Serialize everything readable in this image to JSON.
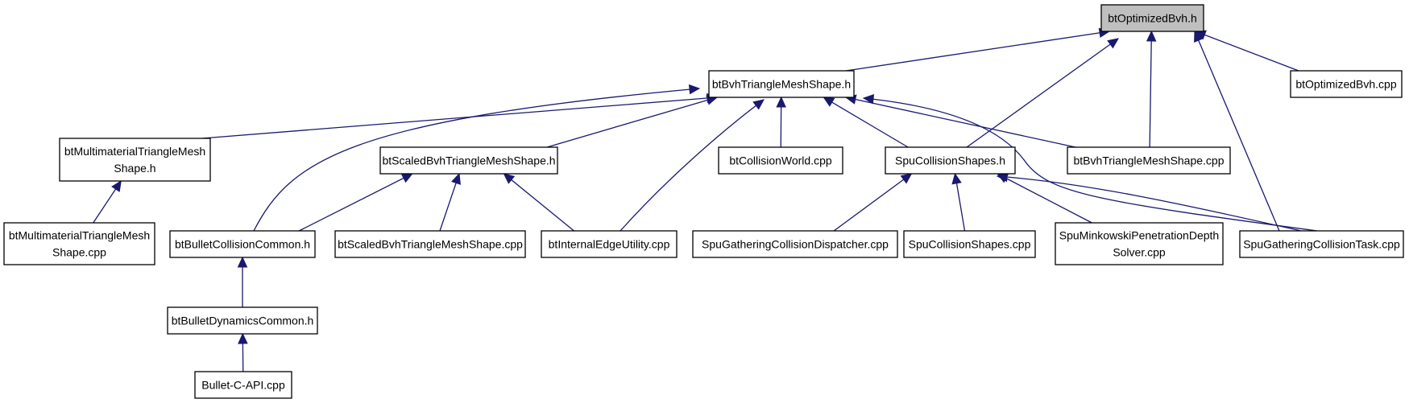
{
  "graph": {
    "colors": {
      "edge": "#191970",
      "root_fill": "#bfbfbf",
      "node_fill": "#ffffff",
      "border": "#000000"
    },
    "nodes": [
      {
        "id": "optbvh_h",
        "lines": [
          "btOptimizedBvh.h"
        ],
        "root": true
      },
      {
        "id": "bvhtms_h",
        "lines": [
          "btBvhTriangleMeshShape.h"
        ]
      },
      {
        "id": "optbvh_cpp",
        "lines": [
          "btOptimizedBvh.cpp"
        ]
      },
      {
        "id": "mmtms_h",
        "lines": [
          "btMultimaterialTriangleMesh",
          "Shape.h"
        ]
      },
      {
        "id": "sbvhtms_h",
        "lines": [
          "btScaledBvhTriangleMeshShape.h"
        ]
      },
      {
        "id": "cw_cpp",
        "lines": [
          "btCollisionWorld.cpp"
        ]
      },
      {
        "id": "spucs_h",
        "lines": [
          "SpuCollisionShapes.h"
        ]
      },
      {
        "id": "bvhtms_cpp",
        "lines": [
          "btBvhTriangleMeshShape.cpp"
        ]
      },
      {
        "id": "mmtms_cpp",
        "lines": [
          "btMultimaterialTriangleMesh",
          "Shape.cpp"
        ]
      },
      {
        "id": "bcc_h",
        "lines": [
          "btBulletCollisionCommon.h"
        ]
      },
      {
        "id": "sbvhtms_cpp",
        "lines": [
          "btScaledBvhTriangleMeshShape.cpp"
        ]
      },
      {
        "id": "ieu_cpp",
        "lines": [
          "btInternalEdgeUtility.cpp"
        ]
      },
      {
        "id": "spugcd_cpp",
        "lines": [
          "SpuGatheringCollisionDispatcher.cpp"
        ]
      },
      {
        "id": "spucs_cpp",
        "lines": [
          "SpuCollisionShapes.cpp"
        ]
      },
      {
        "id": "spumpd_cpp",
        "lines": [
          "SpuMinkowskiPenetrationDepth",
          "Solver.cpp"
        ]
      },
      {
        "id": "spugct_cpp",
        "lines": [
          "SpuGatheringCollisionTask.cpp"
        ]
      },
      {
        "id": "bdc_h",
        "lines": [
          "btBulletDynamicsCommon.h"
        ]
      },
      {
        "id": "bcapi_cpp",
        "lines": [
          "Bullet-C-API.cpp"
        ]
      }
    ],
    "edges": [
      {
        "from": "bvhtms_h",
        "to": "optbvh_h"
      },
      {
        "from": "spucs_h",
        "to": "optbvh_h"
      },
      {
        "from": "bvhtms_cpp",
        "to": "optbvh_h"
      },
      {
        "from": "spugct_cpp",
        "to": "optbvh_h"
      },
      {
        "from": "optbvh_cpp",
        "to": "optbvh_h"
      },
      {
        "from": "mmtms_h",
        "to": "bvhtms_h"
      },
      {
        "from": "bcc_h",
        "to": "bvhtms_h"
      },
      {
        "from": "sbvhtms_h",
        "to": "bvhtms_h"
      },
      {
        "from": "ieu_cpp",
        "to": "bvhtms_h"
      },
      {
        "from": "cw_cpp",
        "to": "bvhtms_h"
      },
      {
        "from": "spucs_h",
        "to": "bvhtms_h"
      },
      {
        "from": "bvhtms_cpp",
        "to": "bvhtms_h"
      },
      {
        "from": "spugct_cpp",
        "to": "bvhtms_h"
      },
      {
        "from": "mmtms_cpp",
        "to": "mmtms_h"
      },
      {
        "from": "bcc_h",
        "to": "sbvhtms_h"
      },
      {
        "from": "sbvhtms_cpp",
        "to": "sbvhtms_h"
      },
      {
        "from": "ieu_cpp",
        "to": "sbvhtms_h"
      },
      {
        "from": "spugcd_cpp",
        "to": "spucs_h"
      },
      {
        "from": "spucs_cpp",
        "to": "spucs_h"
      },
      {
        "from": "spumpd_cpp",
        "to": "spucs_h"
      },
      {
        "from": "spugct_cpp",
        "to": "spucs_h"
      },
      {
        "from": "bdc_h",
        "to": "bcc_h"
      },
      {
        "from": "bcapi_cpp",
        "to": "bdc_h"
      }
    ]
  }
}
